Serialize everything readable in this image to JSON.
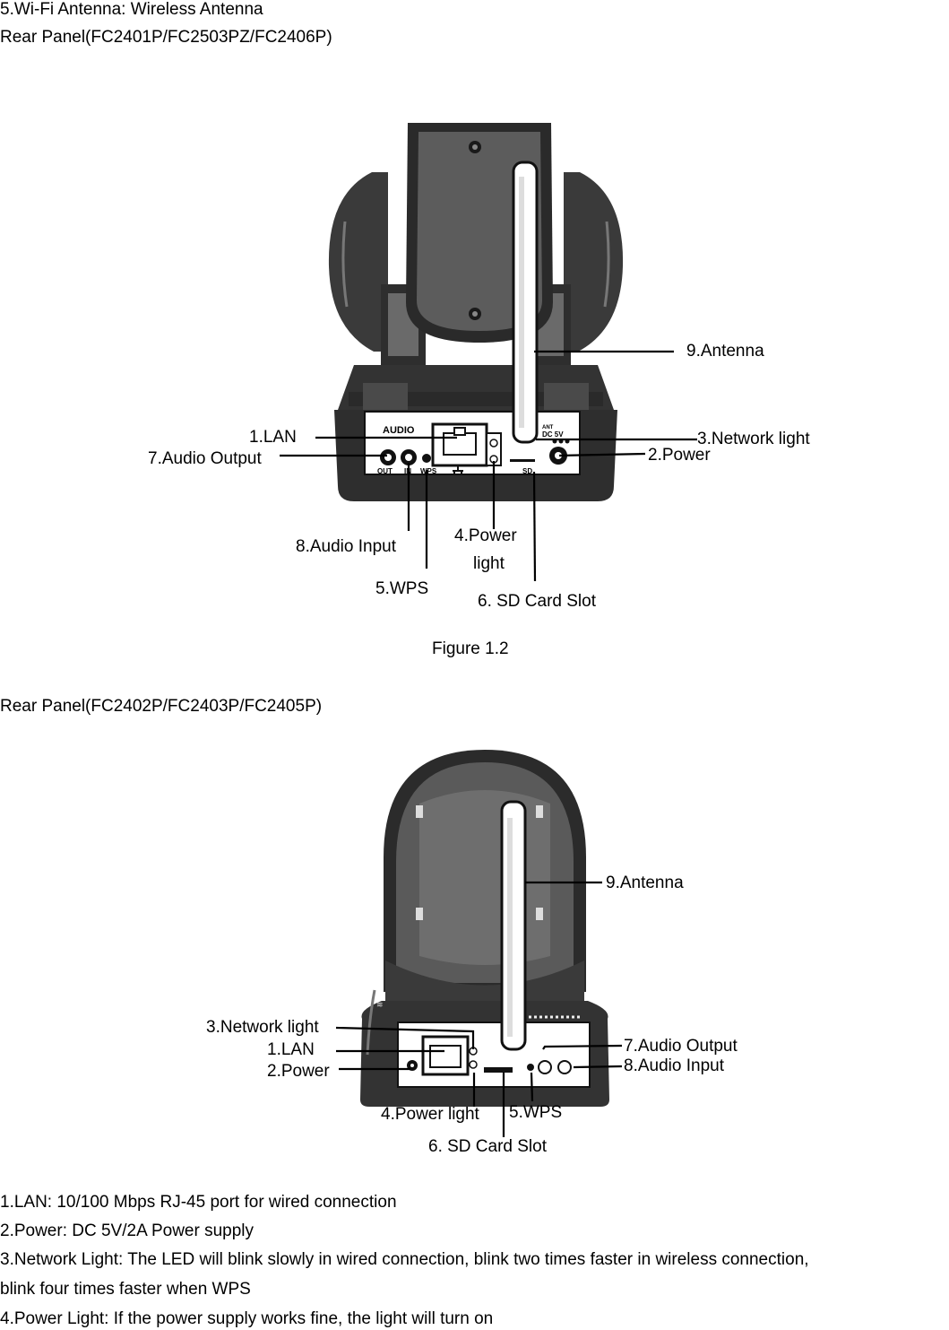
{
  "header": {
    "line1": "5.Wi-Fi Antenna: Wireless Antenna",
    "line2": "Rear Panel(FC2401P/FC2503PZ/FC2406P)"
  },
  "figure1": {
    "caption": "Figure 1.2",
    "panel_labels": {
      "audio": "AUDIO",
      "out": "OUT",
      "in": "IN",
      "wps": "WPS",
      "ant": "ANT",
      "dc": "DC 5V",
      "sd": "SD"
    },
    "callouts": {
      "antenna": "9.Antenna",
      "lan": "1.LAN",
      "network_light": "3.Network light",
      "audio_output": "7.Audio Output",
      "power": "2.Power",
      "audio_input": "8.Audio Input",
      "power_light_1": "4.Power",
      "power_light_2": "light",
      "wps": "5.WPS",
      "sd_slot": "6. SD Card Slot"
    }
  },
  "section2_title": "Rear Panel(FC2402P/FC2403P/FC2405P)",
  "figure2": {
    "callouts": {
      "antenna": "9.Antenna",
      "network_light": "3.Network light",
      "lan": "1.LAN",
      "power": "2.Power",
      "audio_output": "7.Audio Output",
      "audio_input": "8.Audio Input",
      "power_light": "4.Power light",
      "wps": "5.WPS",
      "sd_slot": "6. SD Card Slot"
    }
  },
  "descriptions": [
    "1.LAN: 10/100 Mbps RJ-45 port for wired connection",
    "2.Power: DC 5V/2A Power supply",
    "3.Network Light: The LED will blink slowly in wired connection, blink two times faster in wireless connection,",
    "blink four times faster when WPS",
    "4.Power Light: If the power supply works fine, the light will turn on"
  ]
}
